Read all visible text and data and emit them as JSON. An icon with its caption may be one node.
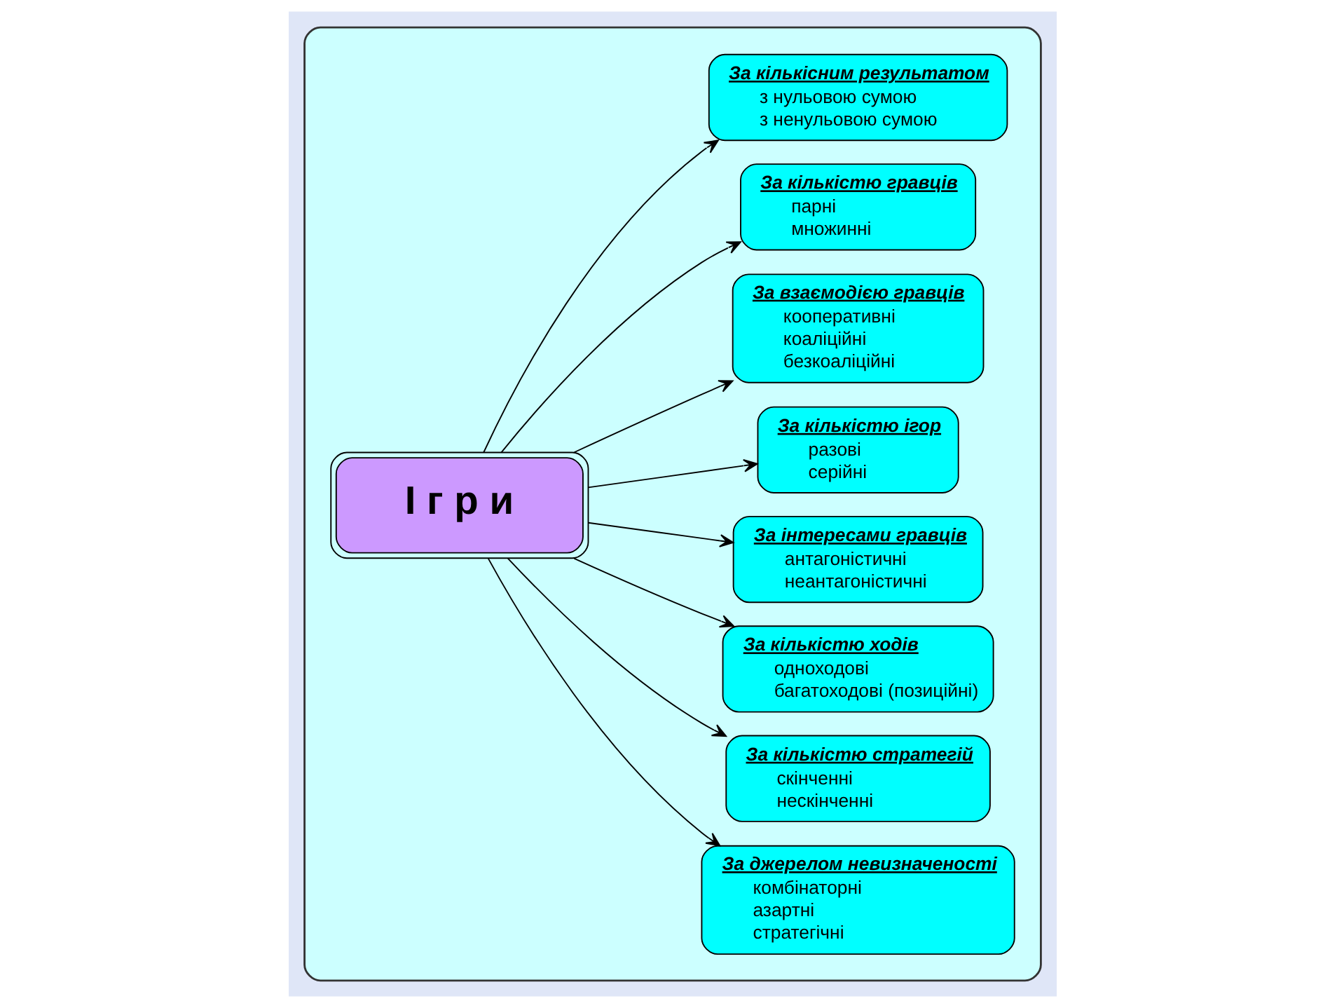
{
  "diagram": {
    "nodes": [
      {
        "text": [],
        "shape": "box"
      },
      {
        "text": [
          "За джерелом невизначеності",
          "комбінаторні",
          "азартні",
          "стратегічні"
        ],
        "in": 0
      },
      {
        "text": [
          "За кількістю стратегій",
          "скінченні",
          "нескінченні"
        ],
        "in": 0
      },
      {
        "text": [
          "За кількістю ходів",
          "одноходові",
          "багатоходові (позиційні)"
        ],
        "in": 0
      },
      {
        "text": [
          "І г р и"
        ],
        "in": 0
      },
      {
        "text": [
          "За інтересами гравців",
          "антагоністичні",
          "неантагоністичні"
        ],
        "in": 0
      },
      {
        "text": [
          "За кількістю ігор",
          "разові",
          "серійні"
        ],
        "in": 0
      },
      {
        "text": [
          "За взаємодією гравців",
          "кооперативні",
          "коаліційні",
          "безкоаліційні"
        ],
        "in": 0
      },
      {
        "text": [
          "За кількістю гравців",
          "парні",
          "множинні"
        ],
        "in": 0
      },
      {
        "text": [
          "За кількісним результатом",
          "з нульовою сумою",
          "з ненульовою сумою"
        ],
        "in": 0
      }
    ],
    "edges": [
      {
        "from": 4,
        "to": 1,
        "arrow": "to"
      },
      {
        "from": 4,
        "to": 2,
        "arrow": "to"
      },
      {
        "from": 4,
        "to": 3,
        "arrow": "to"
      },
      {
        "from": 4,
        "to": 5,
        "arrow": "to"
      },
      {
        "from": 4,
        "to": 6,
        "arrow": "to"
      },
      {
        "from": 4,
        "to": 7,
        "arrow": "to"
      },
      {
        "from": 4,
        "to": 8,
        "arrow": "to"
      },
      {
        "from": 4,
        "to": 9,
        "arrow": "to"
      }
    ]
  }
}
